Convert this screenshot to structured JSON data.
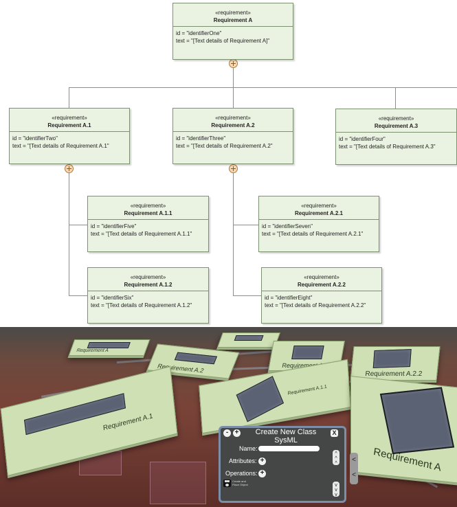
{
  "diagram": {
    "stereotype": "«requirement»",
    "requirements": [
      {
        "name": "Requirement A",
        "id_line": "id = \"identifierOne\"",
        "text_line": "text = \"[Text details of Requirement A]\""
      },
      {
        "name": "Requirement A.1",
        "id_line": "id = \"identifierTwo\"",
        "text_line": "text = \"[Text details of Requirement A.1\""
      },
      {
        "name": "Requirement A.2",
        "id_line": "id = \"identifierThree\"",
        "text_line": "text = \"[Text details of Requirement A.2\""
      },
      {
        "name": "Requirement A.3",
        "id_line": "id = \"identifierFour\"",
        "text_line": "text = \"[Text details of Requirement A.3\""
      },
      {
        "name": "Requirement A.1.1",
        "id_line": "id = \"identifierFive\"",
        "text_line": "text = \"[Text details of Requirement A.1.1\""
      },
      {
        "name": "Requirement A.1.2",
        "id_line": "id = \"identifierSix\"",
        "text_line": "text = \"[Text details of Requirement A.1.2\""
      },
      {
        "name": "Requirement A.2.1",
        "id_line": "id = \"identifierSeven\"",
        "text_line": "text = \"[Text details of Requirement A.2.1\""
      },
      {
        "name": "Requirement A.2.2",
        "id_line": "id = \"identifierEight\"",
        "text_line": "text = \"[Text details of Requirement A.2.2\""
      }
    ]
  },
  "scene": {
    "slab_labels": {
      "a": "Requirement A",
      "a1": "Requirement A.1",
      "a2": "Requirement A.2",
      "a21": "Requirement A.2.1",
      "a22": "Requirement A.2.2",
      "a11": "Requirement A.1.1",
      "big_right": "Requirement A"
    }
  },
  "dialog": {
    "title_line1": "Create New Class",
    "title_line2": "SysML",
    "minus_label": "-",
    "plus_label": "+",
    "close_label": "X",
    "name_label": "Name:",
    "name_value": "",
    "attributes_label": "Attributes:",
    "operations_label": "Operations:",
    "add_label": "+",
    "save_caption_line1": "Create and",
    "save_caption_line2": "Place Object",
    "scroll_up_label": "^\n^\n^",
    "scroll_down_label": "v\nv\nv",
    "side_tab_label": "<",
    "side_tab_label2": "<"
  },
  "colors": {
    "requirement_fill": "#eaf3e1",
    "requirement_border": "#7d9170",
    "containment_fill": "#f6d9b4",
    "dialog_bg": "#454746",
    "dialog_border": "#7d8fa8"
  }
}
